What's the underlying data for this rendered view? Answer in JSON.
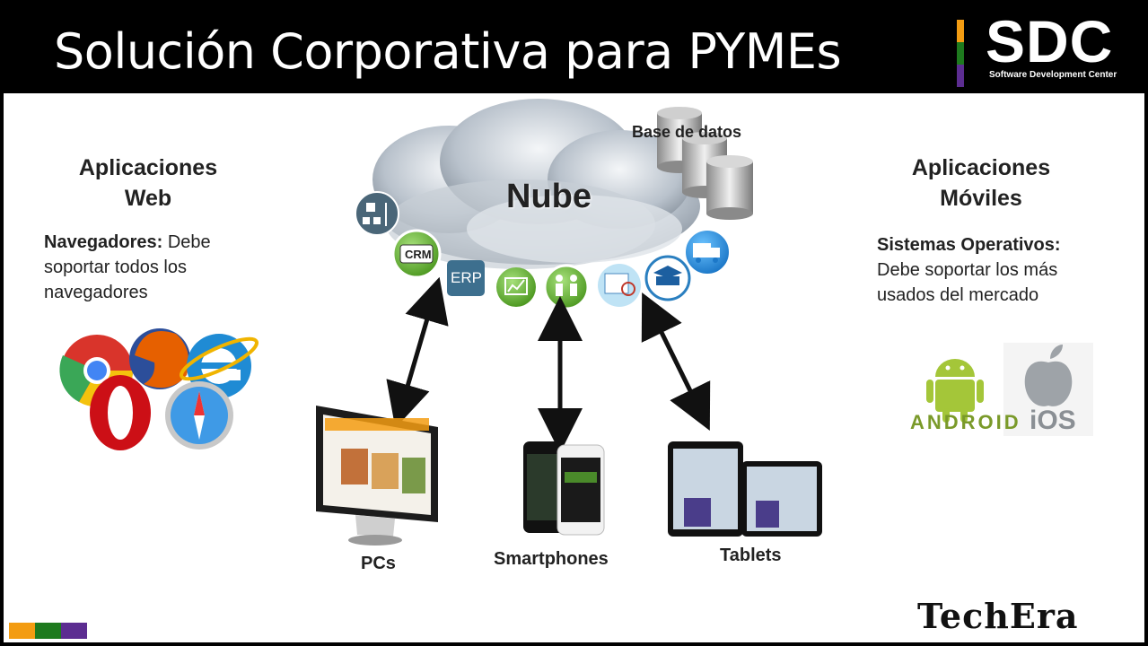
{
  "header": {
    "title": "Solución Corporativa para PYMEs",
    "logo_text": "SDC",
    "logo_subtitle": "Software Development Center",
    "logo_bar_colors": [
      "#f39c12",
      "#1e7a1e",
      "#5c2d91"
    ]
  },
  "left": {
    "heading_line1": "Aplicaciones",
    "heading_line2": "Web",
    "desc_bold": "Navegadores:",
    "desc_line1": " Debe",
    "desc_line2": "soportar todos los",
    "desc_line3": "navegadores",
    "icons": [
      "chrome-icon",
      "firefox-icon",
      "internet-explorer-icon",
      "opera-icon",
      "safari-icon"
    ]
  },
  "right": {
    "heading_line1": "Aplicaciones",
    "heading_line2": "Móviles",
    "desc_bold": "Sistemas Operativos:",
    "desc_line2": "Debe soportar los más",
    "desc_line3": "usados del mercado",
    "android_label": "ANDROID",
    "ios_label": "iOS"
  },
  "cloud": {
    "label": "Nube",
    "database_label": "Base de datos",
    "crm_label": "CRM",
    "erp_label": "ERP",
    "module_icons": [
      "org-chart-icon",
      "crm-icon",
      "erp-icon",
      "finance-icon",
      "handshake-icon",
      "analytics-icon",
      "education-icon",
      "delivery-truck-icon"
    ]
  },
  "devices": {
    "pcs_label": "PCs",
    "smartphones_label": "Smartphones",
    "tablets_label": "Tablets"
  },
  "footer": {
    "brand": "TechEra",
    "bar_colors": [
      "#f39c12",
      "#1e7a1e",
      "#5c2d91"
    ]
  }
}
